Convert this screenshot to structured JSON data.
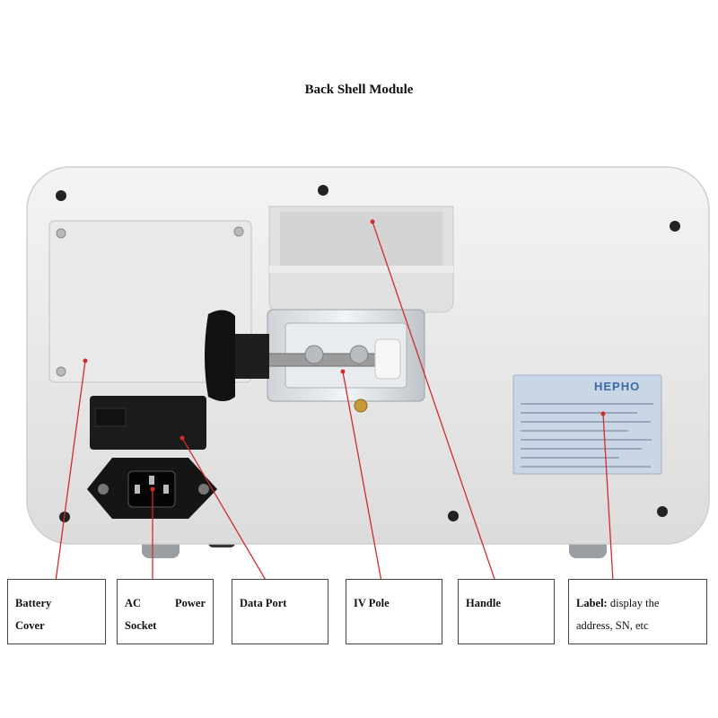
{
  "title": "Back Shell Module",
  "brand_plate": "HEPHO",
  "callouts": {
    "battery_cover": [
      "Battery",
      "Cover"
    ],
    "ac_power_socket": [
      "AC",
      "Power",
      "Socket"
    ],
    "data_port": "Data Port",
    "iv_pole": "IV Pole",
    "handle": "Handle",
    "label": {
      "bold": "Label:",
      "rest_line1": " display the",
      "line2": "address, SN, etc"
    }
  },
  "colors": {
    "leader_line": "#d22b2b",
    "shell": "#ececec",
    "plate": "#c9d6e6"
  }
}
